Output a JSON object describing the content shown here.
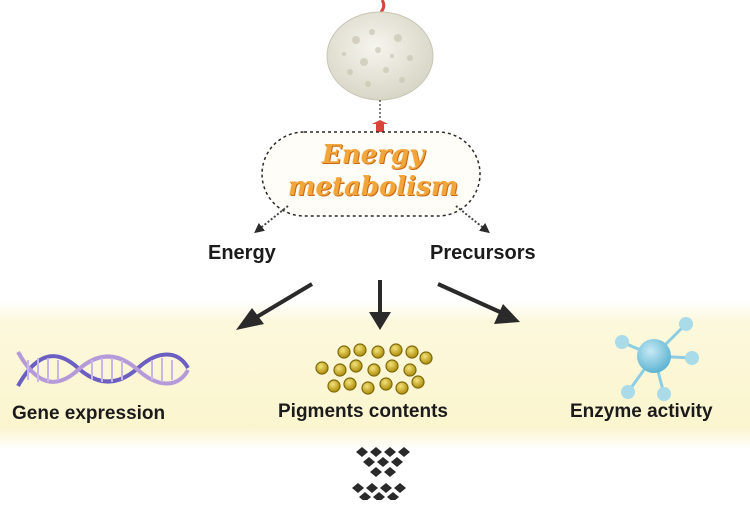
{
  "diagram": {
    "center_node": {
      "line1": "Energy",
      "line2": "metabolism"
    },
    "branches": {
      "left": "Energy",
      "right": "Precursors"
    },
    "outcomes": {
      "gene": "Gene expression",
      "pigments": "Pigments contents",
      "enzyme": "Enzyme activity"
    }
  },
  "colors": {
    "title_fill": "#f2a63a",
    "band": "#fbf6d2",
    "sphere": "#e9e7dc",
    "molecule_node": "#8ccde3",
    "pigment_dot": "#d1b21c",
    "dna_strand": "#6b5fc2",
    "arrow": "#2a2a2a"
  },
  "icons": [
    "fruit-sphere-icon",
    "dna-helix-icon",
    "pigment-dots-icon",
    "molecule-network-icon",
    "diamond-arrow-icon"
  ]
}
